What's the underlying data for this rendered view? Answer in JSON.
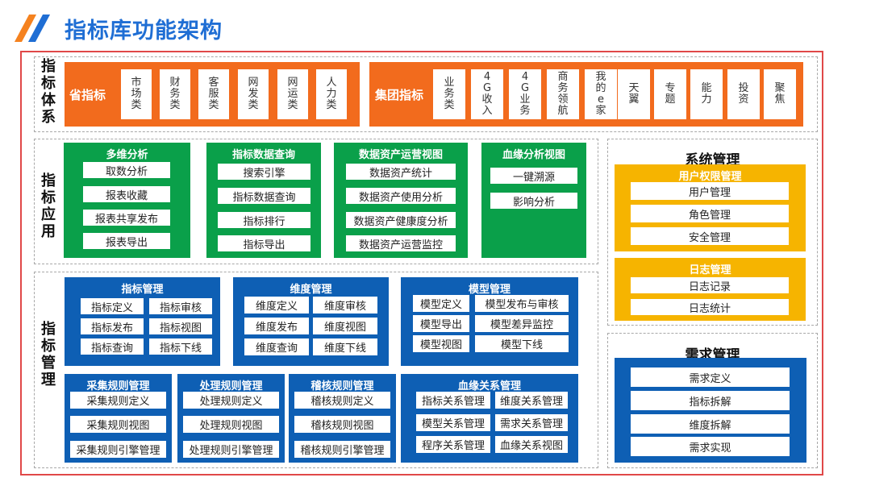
{
  "page": {
    "title": "指标库功能架构"
  },
  "colors": {
    "title": "#1f6ed4",
    "accent_orange": "#f26b1d",
    "green": "#0aa04a",
    "blue": "#0e5fb4",
    "yellow": "#f6b400",
    "frame": "#e04848"
  },
  "indicator_system": {
    "label": [
      "指",
      "标",
      "体",
      "系"
    ],
    "provincial": {
      "title": "省指标",
      "items": [
        "市场类",
        "财务类",
        "客服类",
        "网发类",
        "网运类",
        "人力类"
      ]
    },
    "group": {
      "title": "集团指标",
      "items": [
        "业务类",
        "4G收入",
        "4G业务",
        "商务领航",
        "我的e家",
        "天翼",
        "专题",
        "能力",
        "投资",
        "聚焦"
      ]
    }
  },
  "indicator_application": {
    "label": [
      "指",
      "标",
      "应",
      "用"
    ],
    "boxes": [
      {
        "title": "多维分析",
        "items": [
          "取数分析",
          "报表收藏",
          "报表共享发布",
          "报表导出"
        ]
      },
      {
        "title": "指标数据查询",
        "items": [
          "搜索引擎",
          "指标数据查询",
          "指标排行",
          "指标导出"
        ]
      },
      {
        "title": "数据资产运营视图",
        "items": [
          "数据资产统计",
          "数据资产使用分析",
          "数据资产健康度分析",
          "数据资产运营监控"
        ]
      },
      {
        "title": "血缘分析视图",
        "items": [
          "一键溯源",
          "影响分析"
        ]
      }
    ]
  },
  "indicator_management": {
    "label": [
      "指",
      "标",
      "管",
      "理"
    ],
    "top_boxes": [
      {
        "title": "指标管理",
        "items": [
          "指标定义",
          "指标审核",
          "指标发布",
          "指标视图",
          "指标查询",
          "指标下线"
        ]
      },
      {
        "title": "维度管理",
        "items": [
          "维度定义",
          "维度审核",
          "维度发布",
          "维度视图",
          "维度查询",
          "维度下线"
        ]
      },
      {
        "title": "模型管理",
        "items": [
          "模型定义",
          "模型发布与审核",
          "模型导出",
          "模型差异监控",
          "模型视图",
          "模型下线"
        ]
      }
    ],
    "bottom_boxes": [
      {
        "title": "采集规则管理",
        "items": [
          "采集规则定义",
          "采集规则视图",
          "采集规则引擎管理"
        ]
      },
      {
        "title": "处理规则管理",
        "items": [
          "处理规则定义",
          "处理规则视图",
          "处理规则引擎管理"
        ]
      },
      {
        "title": "稽核规则管理",
        "items": [
          "稽核规则定义",
          "稽核规则视图",
          "稽核规则引擎管理"
        ]
      },
      {
        "title": "血缘关系管理",
        "items": [
          "指标关系管理",
          "维度关系管理",
          "模型关系管理",
          "需求关系管理",
          "程序关系管理",
          "血缘关系视图"
        ]
      }
    ]
  },
  "system_management": {
    "title": "系统管理",
    "user_permission": {
      "title": "用户权限管理",
      "items": [
        "用户管理",
        "角色管理",
        "安全管理"
      ]
    },
    "log": {
      "title": "日志管理",
      "items": [
        "日志记录",
        "日志统计"
      ]
    }
  },
  "requirement_management": {
    "title": "需求管理",
    "items": [
      "需求定义",
      "指标拆解",
      "维度拆解",
      "需求实现"
    ]
  }
}
